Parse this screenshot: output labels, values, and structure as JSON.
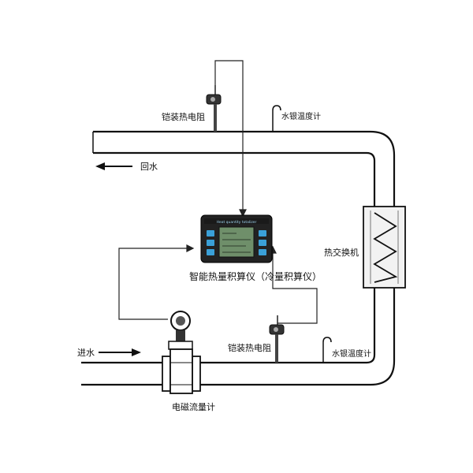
{
  "labels": {
    "rtd_top": "铠装热电阻",
    "thermo_top": "水银温度计",
    "return_water": "回水",
    "heat_exchanger": "热交换机",
    "meter_title": "智能热量积算仪（冷量积算仪）",
    "inlet_water": "进水",
    "rtd_bottom": "铠装热电阻",
    "thermo_bottom": "水银温度计",
    "flowmeter": "电磁流量计"
  },
  "meter": {
    "header": "Heat quantity totalizer"
  },
  "colors": {
    "pipe": "#111111",
    "device_body": "#222222",
    "screen": "#6f8f6a",
    "button": "#3aa0d8",
    "exchanger_fill": "#f2f2f2"
  }
}
